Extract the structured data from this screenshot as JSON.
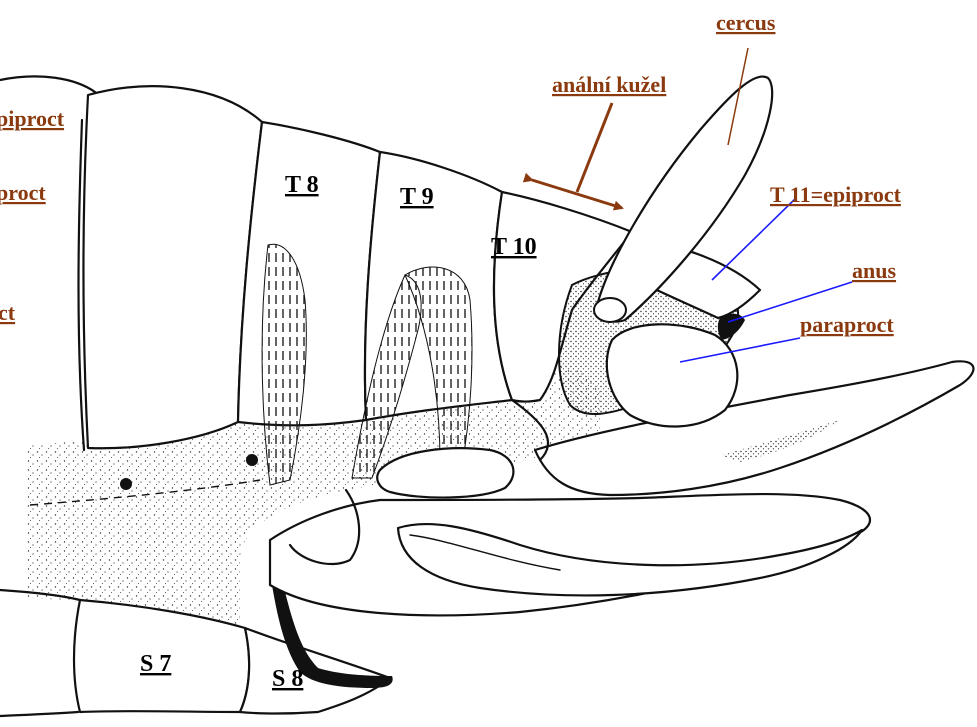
{
  "labels": {
    "cercus": "cercus",
    "analni_kuzel": "anální kužel",
    "epiproct_cut": "piproct",
    "paraproct_cut_1": "proct",
    "paraproct_cut_2": "ct",
    "t11_epiproct": "T 11=epiproct",
    "anus": "anus",
    "paraproct": "paraproct",
    "t8": "T 8",
    "t9": "T 9",
    "t10": "T 10",
    "s7": "S 7",
    "s8": "S 8"
  },
  "colors": {
    "label_brown": "#8b3a0f",
    "leader_blue": "#1a1aff",
    "leader_brown": "#8b3a0f",
    "drawing": "#111111"
  }
}
